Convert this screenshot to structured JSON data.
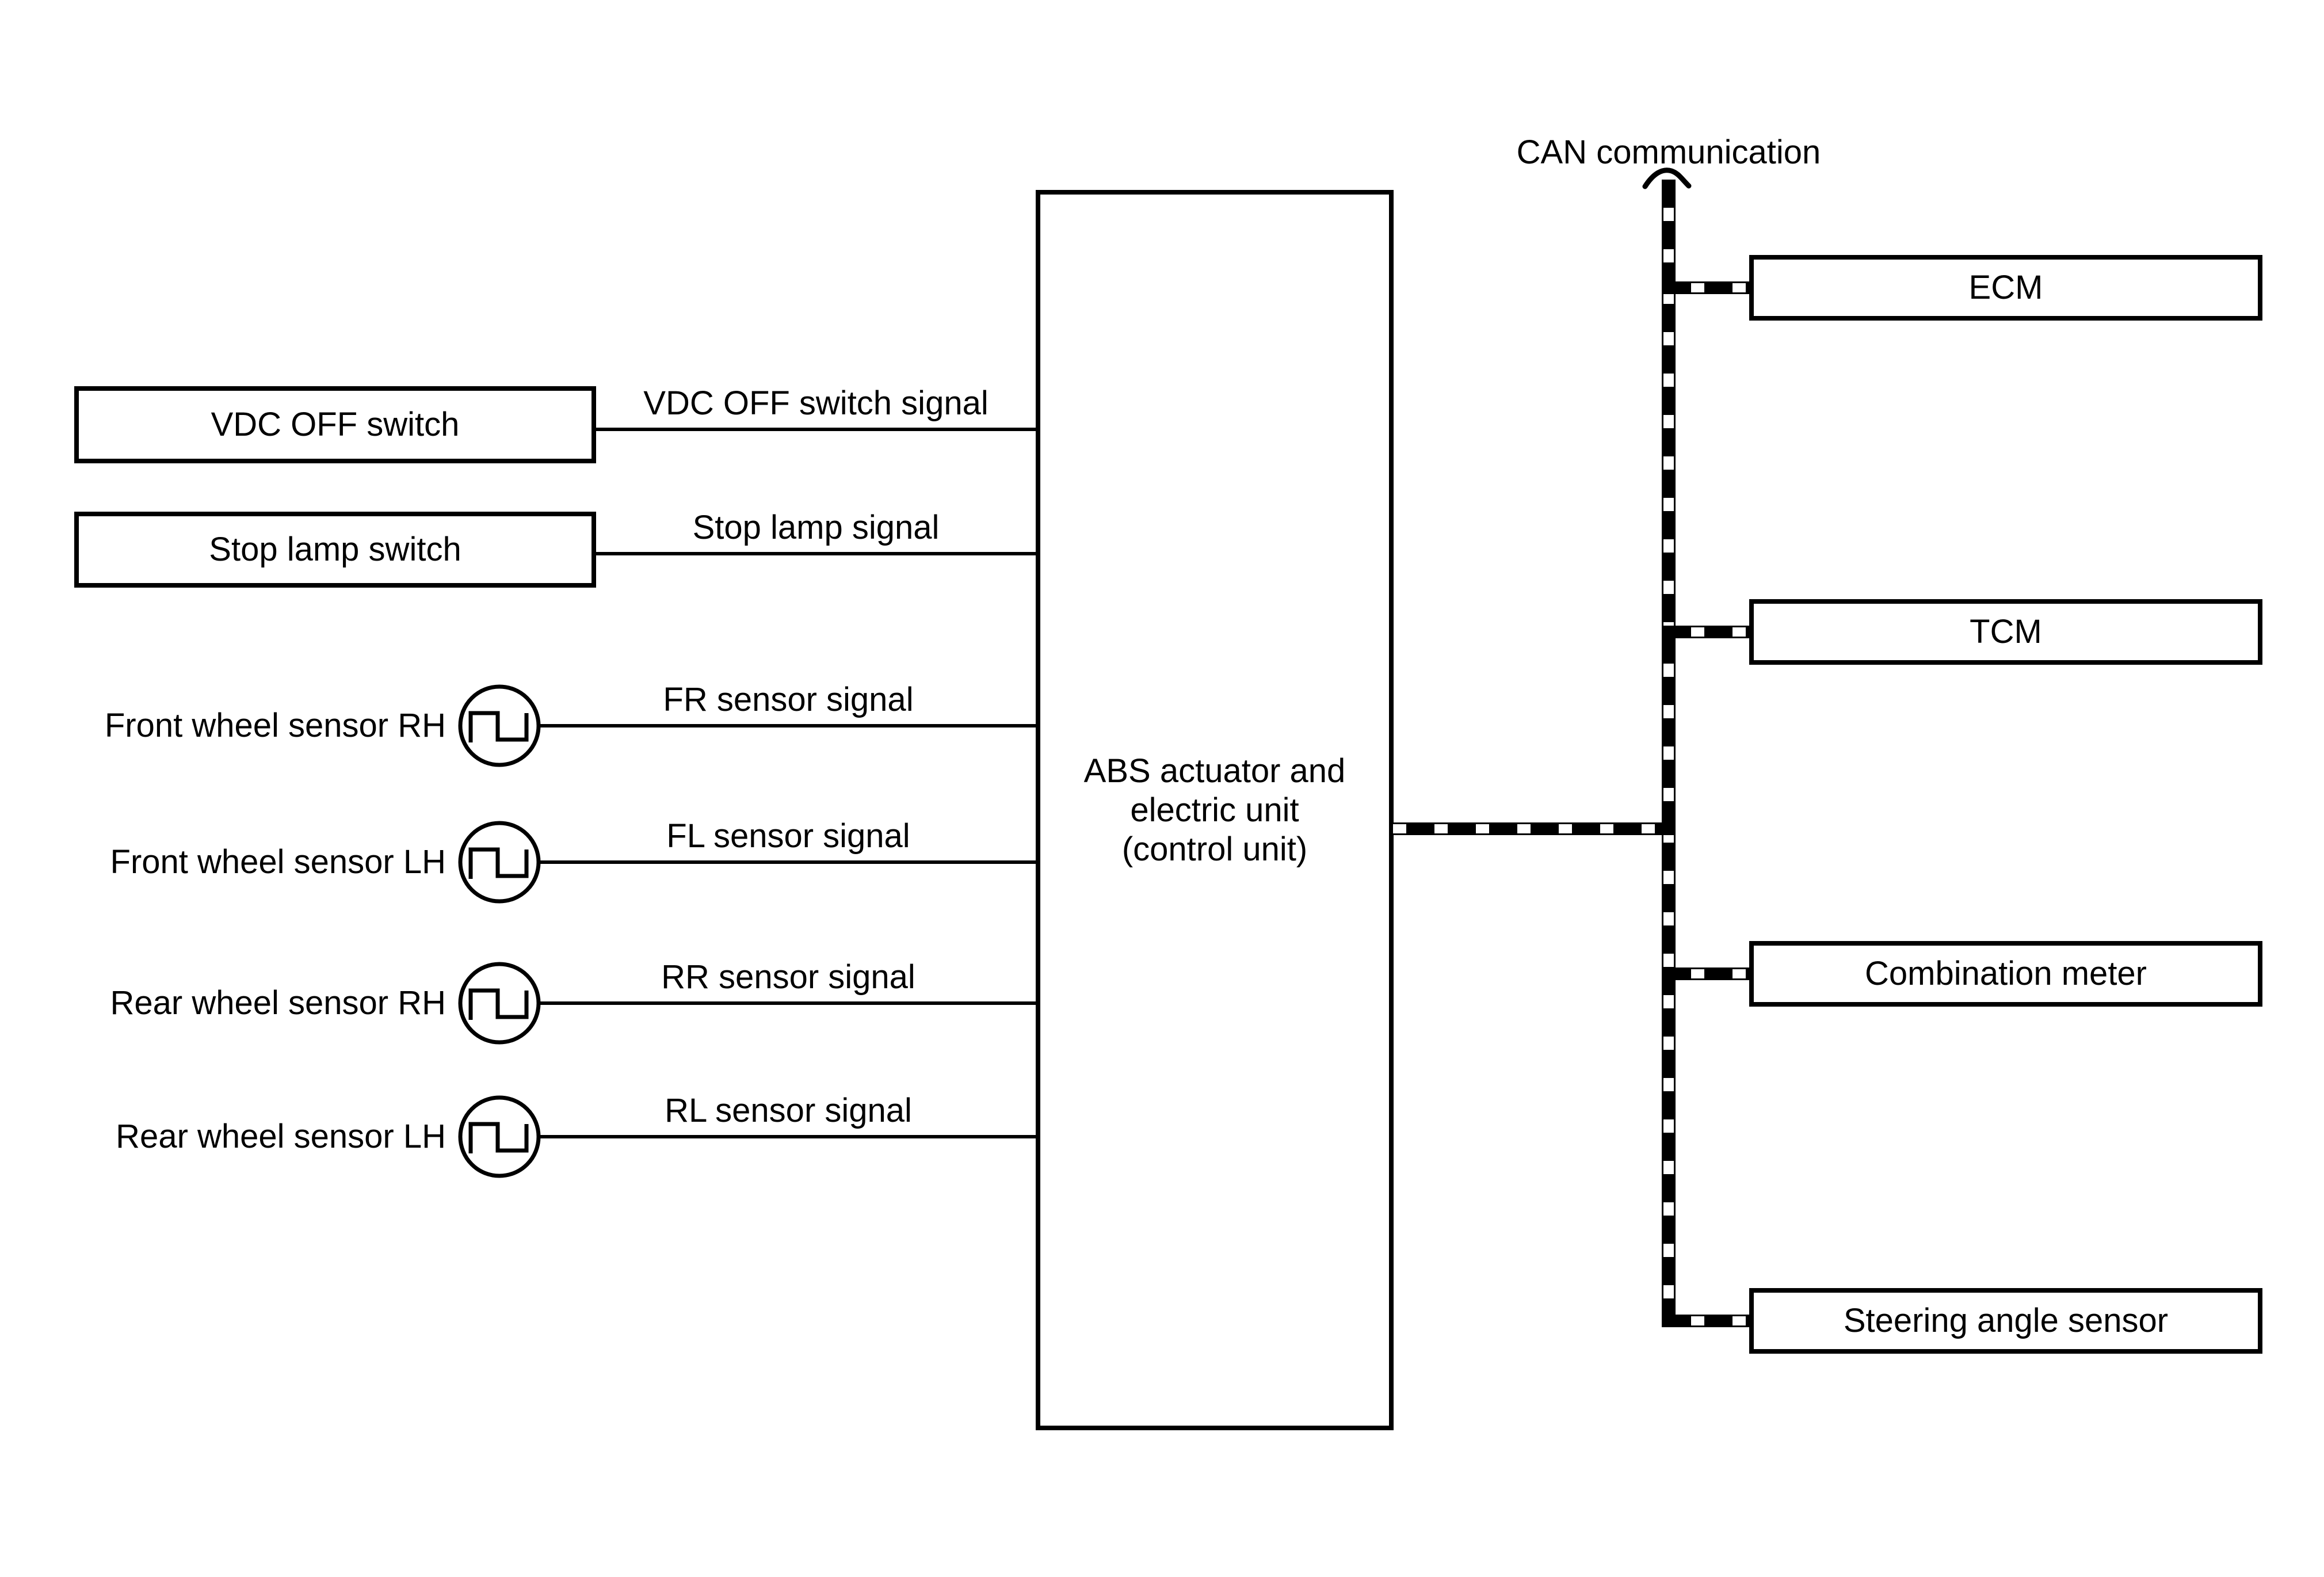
{
  "diagram": {
    "can_label": "CAN communication",
    "abs_unit_lines": [
      "ABS actuator and",
      "electric unit",
      "(control unit)"
    ],
    "switches": [
      {
        "label": "VDC OFF switch",
        "signal": "VDC OFF switch signal"
      },
      {
        "label": "Stop lamp switch",
        "signal": "Stop lamp signal"
      }
    ],
    "wheel_sensors": [
      {
        "label": "Front wheel sensor RH",
        "signal": "FR sensor signal"
      },
      {
        "label": "Front wheel sensor LH",
        "signal": "FL sensor signal"
      },
      {
        "label": "Rear wheel sensor RH",
        "signal": "RR sensor signal"
      },
      {
        "label": "Rear wheel sensor LH",
        "signal": "RL sensor signal"
      }
    ],
    "can_modules": [
      {
        "label": "ECM"
      },
      {
        "label": "TCM"
      },
      {
        "label": "Combination meter"
      },
      {
        "label": "Steering angle sensor"
      }
    ],
    "colors": {
      "line": "#000000",
      "background": "#ffffff"
    }
  }
}
